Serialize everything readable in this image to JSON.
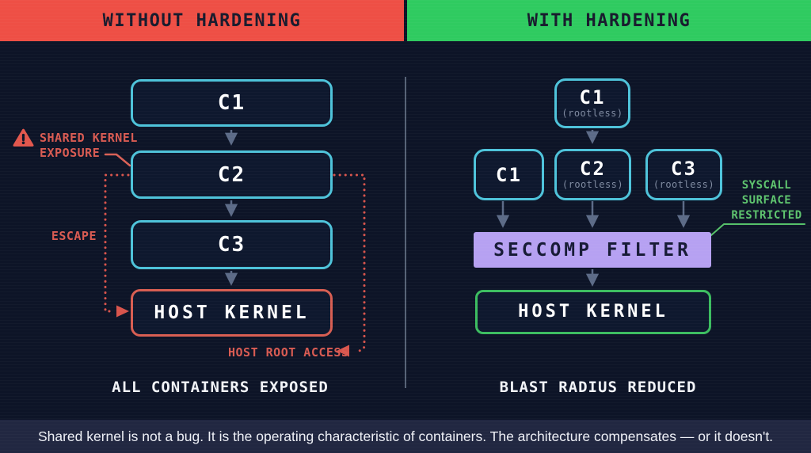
{
  "header": {
    "left_label": "WITHOUT HARDENING",
    "right_label": "WITH HARDENING"
  },
  "left_panel": {
    "containers": [
      {
        "label": "C1"
      },
      {
        "label": "C2"
      },
      {
        "label": "C3"
      }
    ],
    "kernel": {
      "label": "HOST KERNEL"
    },
    "annotations": {
      "shared_kernel_line1": "SHARED KERNEL",
      "shared_kernel_line2": "EXPOSURE",
      "escape": "ESCAPE",
      "host_root_access": "HOST ROOT ACCESS"
    },
    "caption": "ALL CONTAINERS EXPOSED"
  },
  "right_panel": {
    "top_container": {
      "label": "C1",
      "sublabel": "(rootless)"
    },
    "containers": [
      {
        "label": "C1",
        "sublabel": ""
      },
      {
        "label": "C2",
        "sublabel": "(rootless)"
      },
      {
        "label": "C3",
        "sublabel": "(rootless)"
      }
    ],
    "seccomp": {
      "label": "SECCOMP FILTER"
    },
    "kernel": {
      "label": "HOST KERNEL"
    },
    "annotations": {
      "syscall_line1": "SYSCALL",
      "syscall_line2": "SURFACE",
      "syscall_line3": "RESTRICTED"
    },
    "caption": "BLAST RADIUS REDUCED"
  },
  "footer": {
    "text": "Shared kernel is not a bug. It is the operating characteristic of containers. The architecture compensates — or it doesn't."
  },
  "icons": {
    "warning": "warning-triangle-icon"
  },
  "colors": {
    "background": "#0d1427",
    "header_red": "#ee4f45",
    "header_green": "#2fcb60",
    "container_border_cyan": "#4ec3da",
    "kernel_border_red": "#d85e52",
    "kernel_border_green": "#3cbd60",
    "seccomp_fill_purple": "#b6a1f2",
    "annotation_red": "#d95b52",
    "annotation_green": "#5ec46e",
    "arrow_gray": "#5c6b87",
    "divider_gray": "#93a2b8",
    "footer_background": "#212741"
  }
}
